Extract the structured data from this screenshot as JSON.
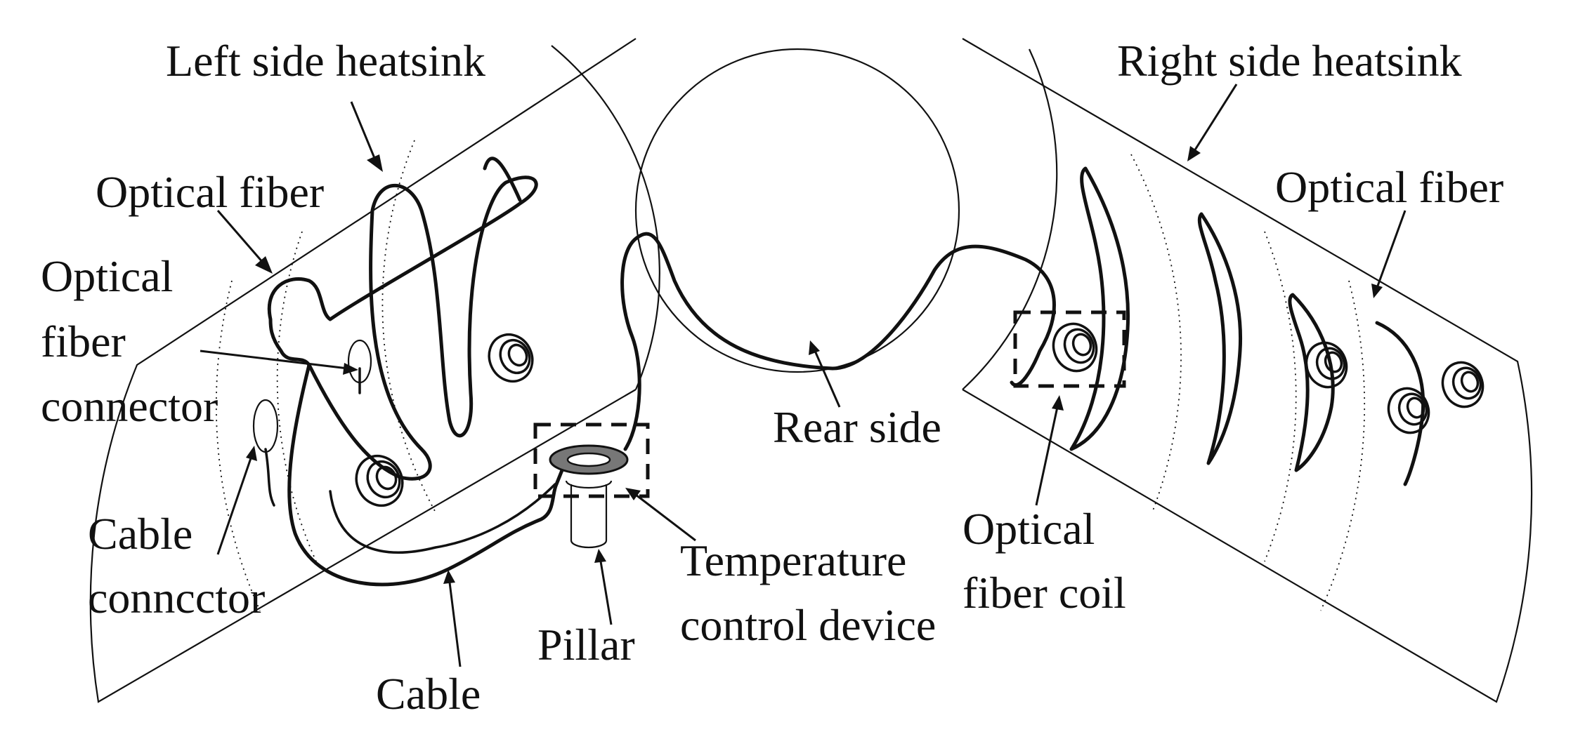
{
  "labels": {
    "left_heatsink": "Left side heatsink",
    "right_heatsink": "Right side heatsink",
    "optical_fiber_left": "Optical fiber",
    "optical_fiber_right": "Optical fiber",
    "fiber_connector_line1": "Optical",
    "fiber_connector_line2": "fiber",
    "fiber_connector_line3": "connector",
    "cable_connector_line1": "Cable",
    "cable_connector_line2": "conncctor",
    "cable": "Cable",
    "pillar": "Pillar",
    "temp_line1": "Temperature",
    "temp_line2": "control device",
    "rear_side": "Rear side",
    "coil_line1": "Optical",
    "coil_line2": "fiber coil"
  }
}
